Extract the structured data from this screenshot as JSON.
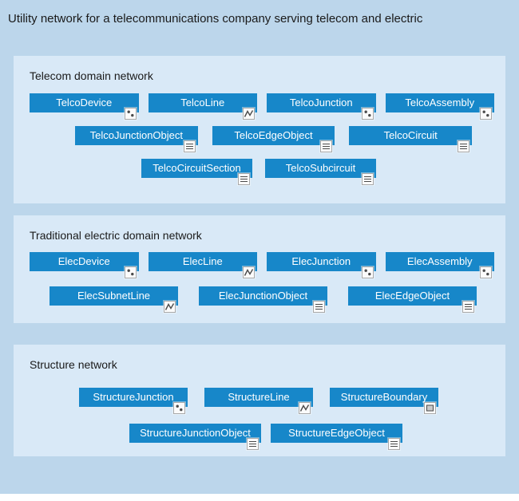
{
  "title": "Utility network for a telecommunications company serving telecom and electric",
  "colors": {
    "background": "#bcd6eb",
    "panel": "#d9e9f7",
    "box": "#1787c9",
    "box_text": "#ffffff",
    "heading_text": "#1a1a1a"
  },
  "panels": [
    {
      "heading": "Telecom domain network",
      "rows": [
        [
          {
            "label": "TelcoDevice",
            "icon": "point-feature-icon"
          },
          {
            "label": "TelcoLine",
            "icon": "line-feature-icon"
          },
          {
            "label": "TelcoJunction",
            "icon": "point-feature-icon"
          },
          {
            "label": "TelcoAssembly",
            "icon": "point-feature-icon"
          }
        ],
        [
          {
            "label": "TelcoJunctionObject",
            "icon": "table-icon"
          },
          {
            "label": "TelcoEdgeObject",
            "icon": "table-icon"
          },
          {
            "label": "TelcoCircuit",
            "icon": "table-icon"
          }
        ],
        [
          {
            "label": "TelcoCircuitSection",
            "icon": "table-icon"
          },
          {
            "label": "TelcoSubcircuit",
            "icon": "table-icon"
          }
        ]
      ]
    },
    {
      "heading": "Traditional electric domain network",
      "rows": [
        [
          {
            "label": "ElecDevice",
            "icon": "point-feature-icon"
          },
          {
            "label": "ElecLine",
            "icon": "line-feature-icon"
          },
          {
            "label": "ElecJunction",
            "icon": "point-feature-icon"
          },
          {
            "label": "ElecAssembly",
            "icon": "point-feature-icon"
          }
        ],
        [
          {
            "label": "ElecSubnetLine",
            "icon": "line-feature-icon"
          },
          {
            "label": "ElecJunctionObject",
            "icon": "table-icon"
          },
          {
            "label": "ElecEdgeObject",
            "icon": "table-icon"
          }
        ]
      ]
    },
    {
      "heading": "Structure network",
      "rows": [
        [
          {
            "label": "StructureJunction",
            "icon": "point-feature-icon"
          },
          {
            "label": "StructureLine",
            "icon": "line-feature-icon"
          },
          {
            "label": "StructureBoundary",
            "icon": "polygon-feature-icon"
          }
        ],
        [
          {
            "label": "StructureJunctionObject",
            "icon": "table-icon"
          },
          {
            "label": "StructureEdgeObject",
            "icon": "table-icon"
          }
        ]
      ]
    }
  ]
}
